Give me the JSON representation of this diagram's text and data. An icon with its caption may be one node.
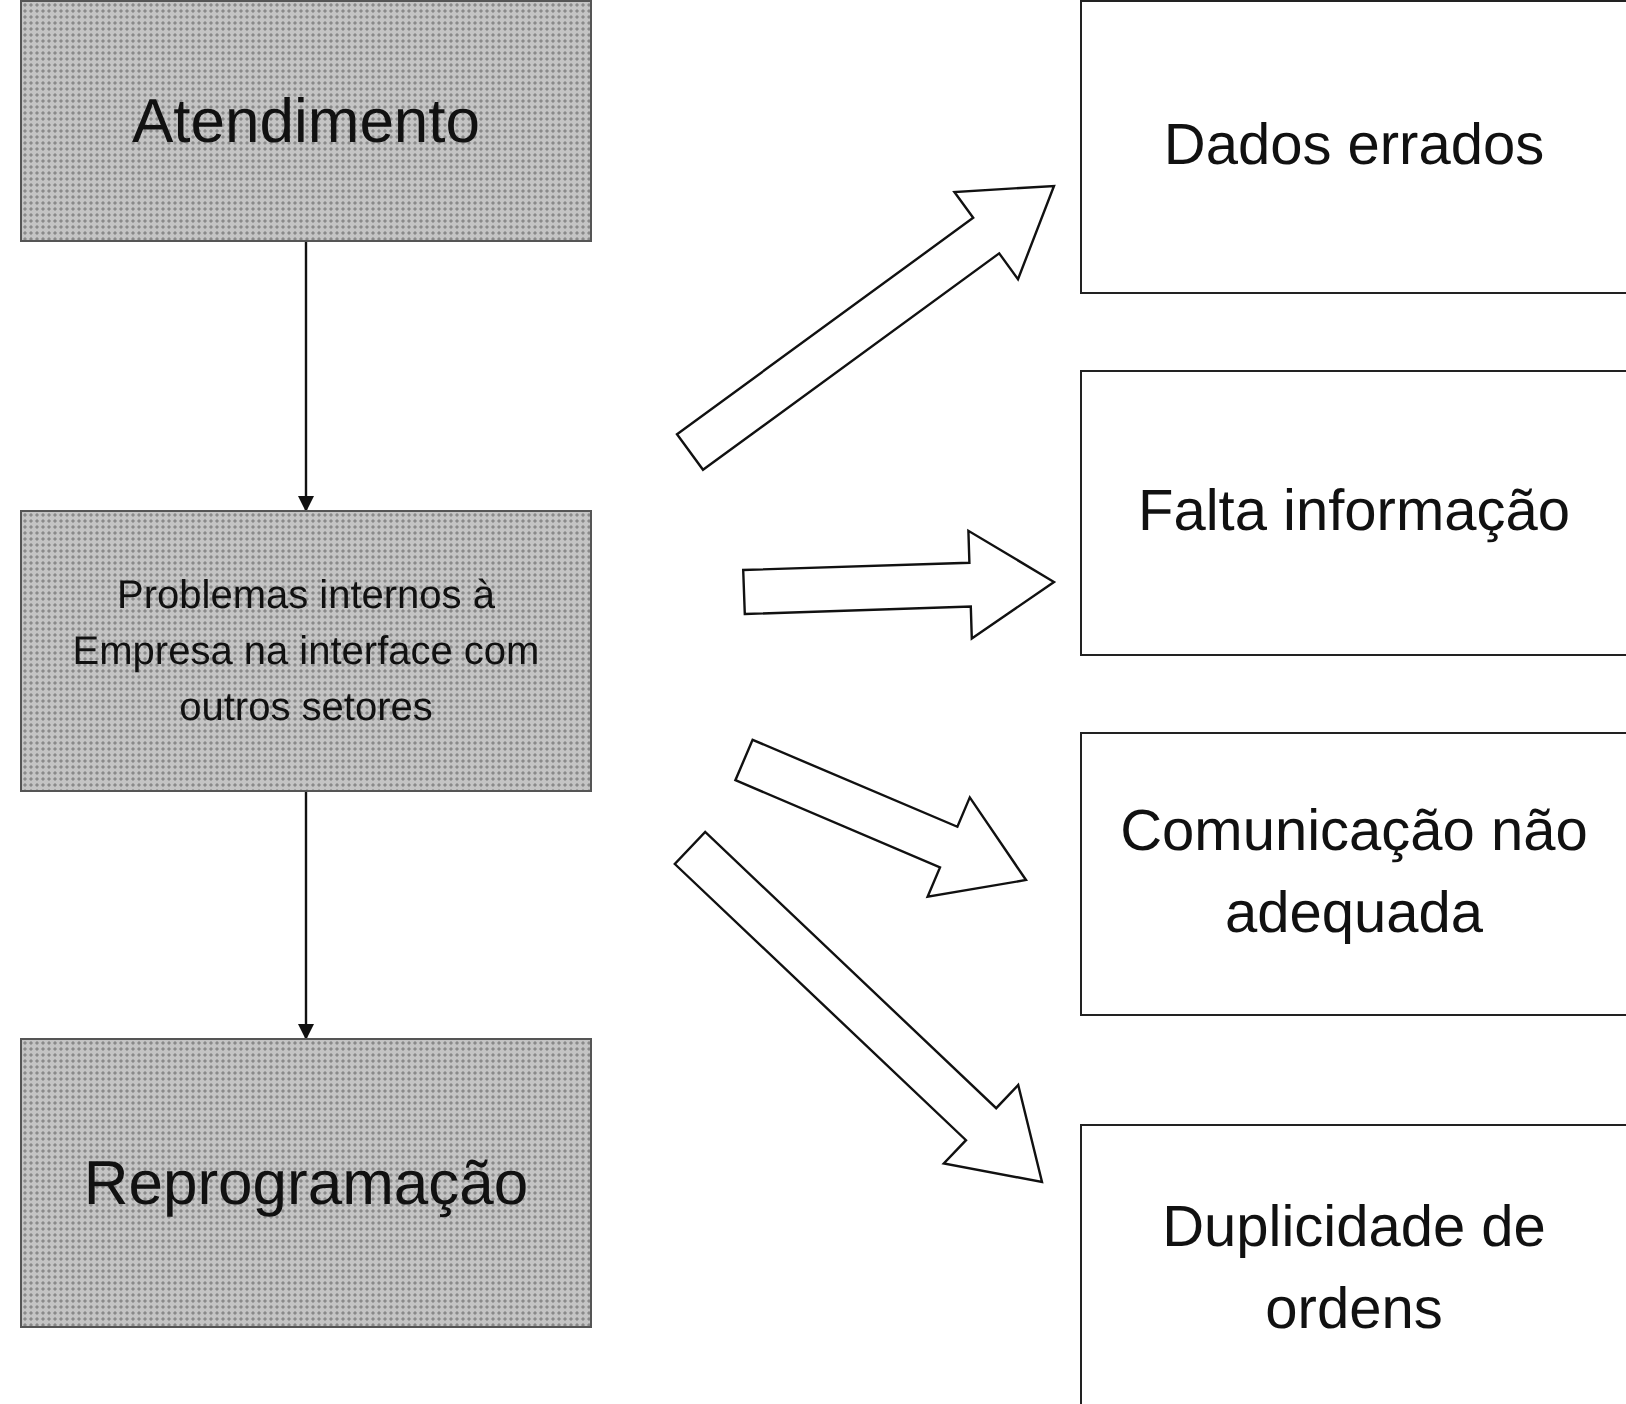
{
  "diagram": {
    "nodes": [
      {
        "text": [
          "Atendimento"
        ]
      },
      {
        "text": [
          "Problemas internos à Empresa na interface com outros setores"
        ]
      },
      {
        "text": [
          "Reprogramação"
        ]
      },
      {
        "text": [
          "Dados errados"
        ]
      },
      {
        "text": [
          "Falta informação"
        ]
      },
      {
        "text": [
          "Comunicação não adequada"
        ]
      },
      {
        "text": [
          "Duplicidade de ordens"
        ]
      }
    ],
    "edges": [
      {
        "from": 0,
        "to": 1,
        "arrow": "to"
      },
      {
        "from": 1,
        "to": 2,
        "arrow": "to"
      },
      {
        "from": 1,
        "to": 3,
        "arrow": "to",
        "style": "thick"
      },
      {
        "from": 1,
        "to": 4,
        "arrow": "to",
        "style": "thick"
      },
      {
        "from": 1,
        "to": 5,
        "arrow": "to",
        "style": "thick"
      },
      {
        "from": 1,
        "to": 6,
        "arrow": "to",
        "style": "thick"
      }
    ]
  }
}
